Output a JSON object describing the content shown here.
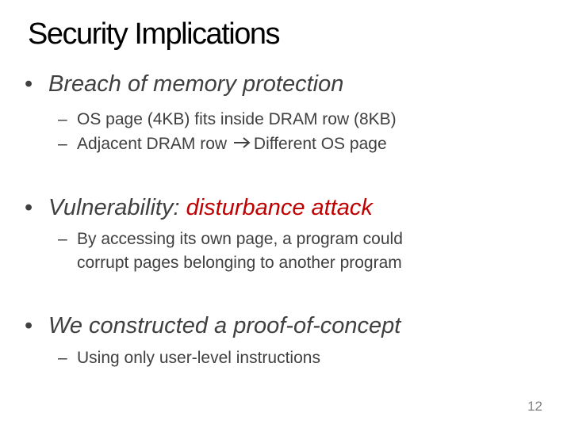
{
  "title": "Security Implications",
  "bullets": [
    {
      "text": "Breach of memory protection",
      "subs": [
        {
          "text": "OS page (4KB) fits inside DRAM row (8KB)"
        },
        {
          "before": "Adjacent DRAM row",
          "after": "Different OS page"
        }
      ]
    },
    {
      "prefix": "Vulnerability: ",
      "highlight": "disturbance attack",
      "subs": [
        {
          "line1": "By accessing its own page, a program could",
          "line2": "corrupt pages belonging to another program"
        }
      ]
    },
    {
      "text": "We constructed a proof-of-concept",
      "subs": [
        {
          "text": "Using only user-level instructions"
        }
      ]
    }
  ],
  "bullet_glyph": "•",
  "dash_glyph": "–",
  "arrow_icon": "arrow-right-icon",
  "highlight_color": "#c00000",
  "page_number": "12"
}
